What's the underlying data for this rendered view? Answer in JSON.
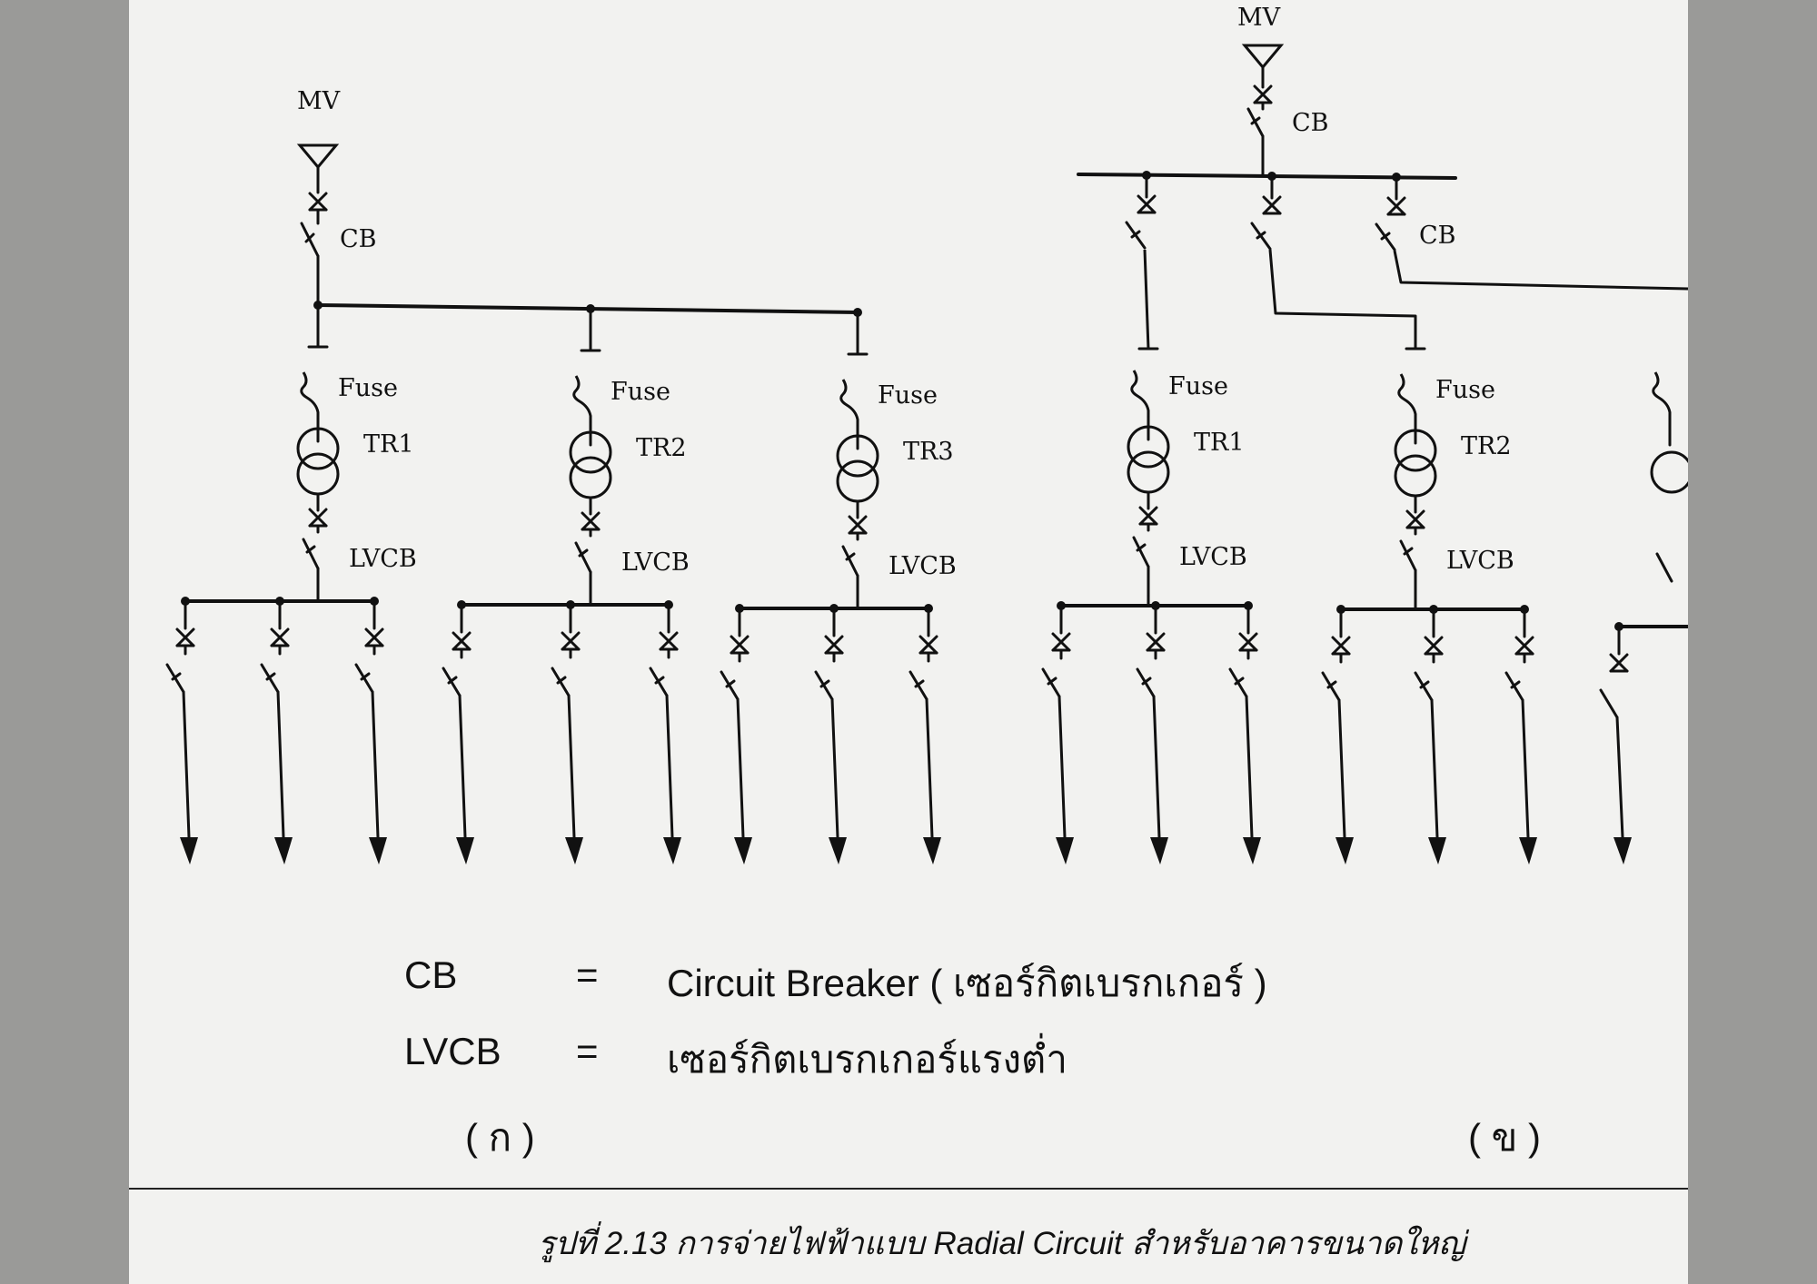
{
  "diagram_a": {
    "source_label": "MV",
    "main_breaker_label": "CB",
    "branches": [
      {
        "fuse_label": "Fuse",
        "transformer_label": "TR1",
        "breaker_label": "LVCB"
      },
      {
        "fuse_label": "Fuse",
        "transformer_label": "TR2",
        "breaker_label": "LVCB"
      },
      {
        "fuse_label": "Fuse",
        "transformer_label": "TR3",
        "breaker_label": "LVCB"
      }
    ]
  },
  "diagram_b": {
    "source_label": "MV",
    "main_breaker_label": "CB",
    "feeder_breaker_label": "CB",
    "branches": [
      {
        "fuse_label": "Fuse",
        "transformer_label": "TR1",
        "breaker_label": "LVCB"
      },
      {
        "fuse_label": "Fuse",
        "transformer_label": "TR2",
        "breaker_label": "LVCB"
      }
    ]
  },
  "legend": [
    {
      "term": "CB",
      "equals": "=",
      "meaning": "Circuit Breaker ( เซอร์กิตเบรกเกอร์ )"
    },
    {
      "term": "LVCB",
      "equals": "=",
      "meaning": "เซอร์กิตเบรกเกอร์แรงต่ำ"
    }
  ],
  "part_labels": [
    "( ก )",
    "( ข )"
  ],
  "caption": "รูปที่ 2.13  การจ่ายไฟฟ้าแบบ Radial Circuit สำหรับอาคารขนาดใหญ่",
  "colors": {
    "ink": "#111111",
    "paper": "#f2f2f0",
    "backdrop": "#9a9a98"
  }
}
